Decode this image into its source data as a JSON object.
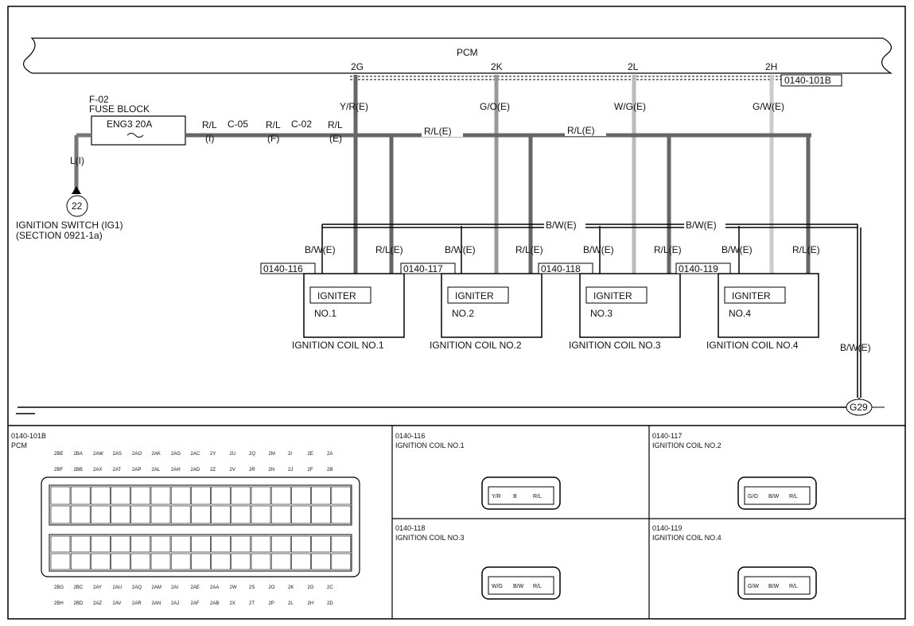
{
  "pcm": {
    "title": "PCM",
    "pins": [
      "2G",
      "2K",
      "2L",
      "2H"
    ],
    "connector": "0140-101B"
  },
  "fuse": {
    "id": "F-02",
    "name": "FUSE BLOCK",
    "rating": "ENG3 20A"
  },
  "wires": {
    "rl": "R/L",
    "rl_i": "(I)",
    "rl_f": "(F)",
    "rl_e": "(E)",
    "c05": "C-05",
    "c02": "C-02",
    "l_i": "L(I)",
    "rl_e_full": "R/L(E)",
    "bw_e": "B/W(E)",
    "yr": "Y/R(E)",
    "go": "G/O(E)",
    "wg": "W/G(E)",
    "gw": "G/W(E)"
  },
  "ignition_switch": {
    "number": "22",
    "label": "IGNITION SWITCH (IG1)",
    "section": "(SECTION 0921-1a)"
  },
  "coils": [
    {
      "connector": "0140-116",
      "igniter": "IGNITER",
      "no": "NO.1",
      "name": "IGNITION COIL NO.1"
    },
    {
      "connector": "0140-117",
      "igniter": "IGNITER",
      "no": "NO.2",
      "name": "IGNITION COIL NO.2"
    },
    {
      "connector": "0140-118",
      "igniter": "IGNITER",
      "no": "NO.3",
      "name": "IGNITION COIL NO.3"
    },
    {
      "connector": "0140-119",
      "igniter": "IGNITER",
      "no": "NO.4",
      "name": "IGNITION COIL NO.4"
    }
  ],
  "ground": "G29",
  "pcm_connector": {
    "id": "0140-101B",
    "name": "PCM",
    "top1": [
      "2BE",
      "2BA",
      "2AW",
      "2AS",
      "2AO",
      "2AK",
      "2AG",
      "2AC",
      "2Y",
      "2U",
      "2Q",
      "2M",
      "2I",
      "2E",
      "2A"
    ],
    "top2": [
      "2BF",
      "2BB",
      "2AX",
      "2AT",
      "2AP",
      "2AL",
      "2AH",
      "2AD",
      "2Z",
      "2V",
      "2R",
      "2N",
      "2J",
      "2F",
      "2B"
    ],
    "bot1": [
      "2BG",
      "2BC",
      "2AY",
      "2AU",
      "2AQ",
      "2AM",
      "2AI",
      "2AE",
      "2AA",
      "2W",
      "2S",
      "2O",
      "2K",
      "2G",
      "2C"
    ],
    "bot2": [
      "2BH",
      "2BD",
      "2AZ",
      "2AV",
      "2AR",
      "2AN",
      "2AJ",
      "2AF",
      "2AB",
      "2X",
      "2T",
      "2P",
      "2L",
      "2H",
      "2D"
    ]
  },
  "coil_connectors": [
    {
      "id": "0140-116",
      "name": "IGNITION COIL NO.1",
      "pins": [
        "Y/R",
        "B",
        "R/L"
      ]
    },
    {
      "id": "0140-117",
      "name": "IGNITION COIL NO.2",
      "pins": [
        "G/O",
        "B/W",
        "R/L"
      ]
    },
    {
      "id": "0140-118",
      "name": "IGNITION COIL NO.3",
      "pins": [
        "W/G",
        "B/W",
        "R/L"
      ]
    },
    {
      "id": "0140-119",
      "name": "IGNITION COIL NO.4",
      "pins": [
        "G/W",
        "B/W",
        "R/L"
      ]
    }
  ]
}
